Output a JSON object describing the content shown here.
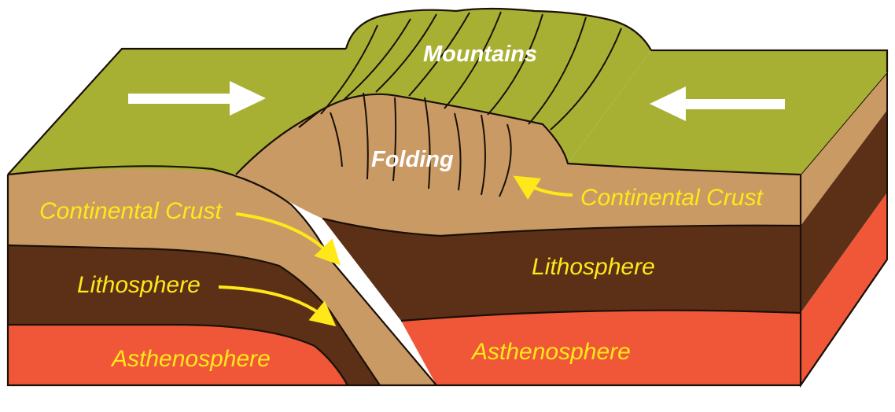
{
  "labels": {
    "mountains": "Mountains",
    "folding": "Folding",
    "crust_left": "Continental Crust",
    "crust_right": "Continental Crust",
    "litho_left": "Lithosphere",
    "litho_right": "Lithosphere",
    "astheno_left": "Asthenosphere",
    "astheno_right": "Asthenosphere"
  },
  "colors": {
    "surface": "#a8b034",
    "crust": "#c99a64",
    "lithosphere": "#5c3016",
    "asthenosphere": "#f05738",
    "label_yellow": "#ffe81a",
    "label_white": "#ffffff",
    "outline": "#1a1008"
  },
  "icons": {
    "left_arrow": "arrow-right-icon",
    "right_arrow": "arrow-left-icon"
  }
}
